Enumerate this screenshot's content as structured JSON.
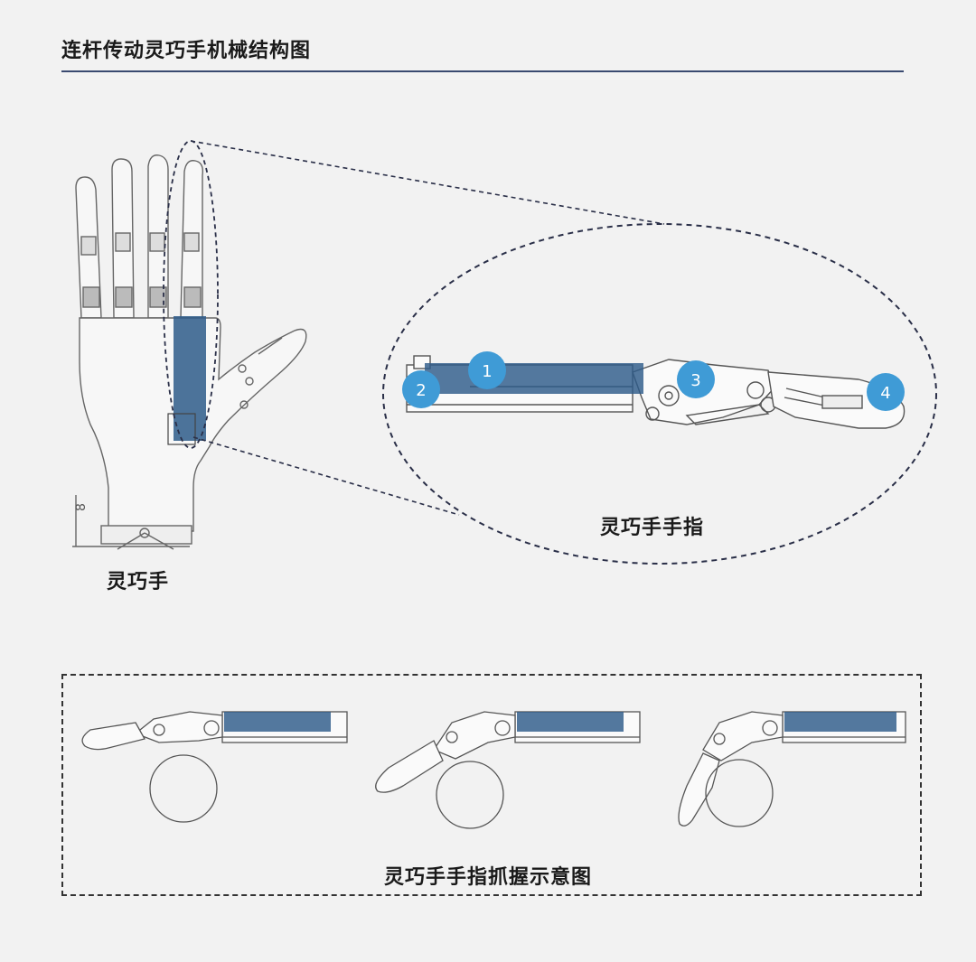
{
  "title": "连杆传动灵巧手机械结构图",
  "captions": {
    "hand": "灵巧手",
    "finger": "灵巧手手指",
    "grasp": "灵巧手手指抓握示意图"
  },
  "badges": [
    "1",
    "2",
    "3",
    "4"
  ],
  "colors": {
    "background": "#f2f2f2",
    "accent_blue": "#3f9bd6",
    "highlight_blue": "#2e5c8a",
    "rule": "#3a4a70",
    "line": "#555555"
  },
  "dimension_mark": "8"
}
